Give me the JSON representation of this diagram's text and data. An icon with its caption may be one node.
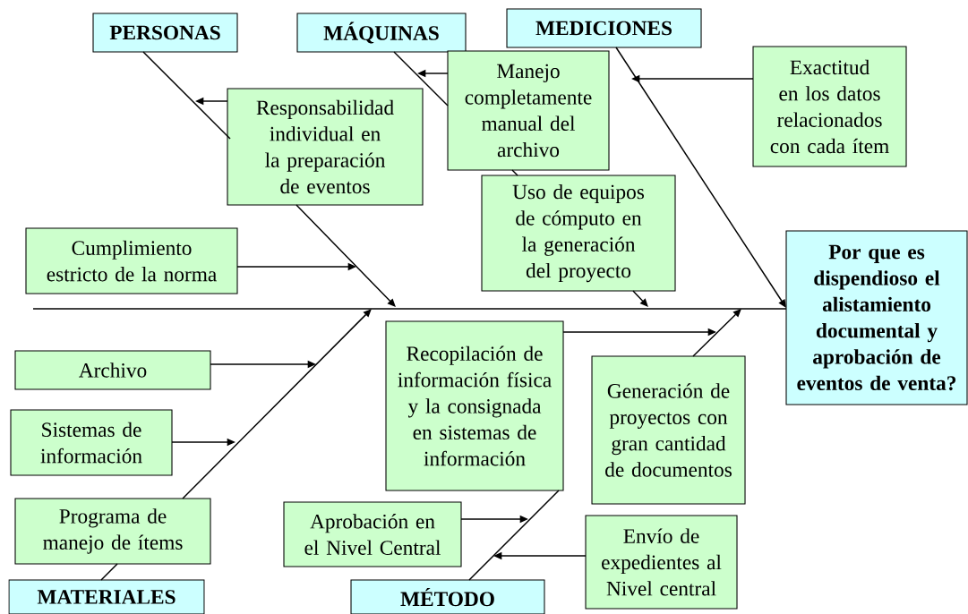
{
  "diagram": {
    "nodes": [
      {
        "text": [
          "PERSONAS"
        ]
      },
      {
        "text": [
          "MÁQUINAS"
        ]
      },
      {
        "text": [
          "MEDICIONES"
        ]
      },
      {
        "text": [
          "Manejo completamente manual del archivo"
        ]
      },
      {
        "text": [
          "Exactitud en los datos relacionados con cada ítem"
        ]
      },
      {
        "text": [
          "Responsabilidad individual en la preparación de eventos"
        ]
      },
      {
        "text": [
          "Uso de equipos de cómputo en la generación  del proyecto"
        ]
      },
      {
        "text": [
          "Cumplimiento estricto de la norma"
        ]
      },
      {
        "text": [
          "Por que es dispendioso el alistamiento documental y aprobación de eventos de venta?"
        ]
      },
      {
        "text": [
          "Recopilación de información física y la consignada en sistemas de información"
        ]
      },
      {
        "text": [
          "Archivo"
        ]
      },
      {
        "text": [
          "Generación de proyectos con gran cantidad de documentos"
        ]
      },
      {
        "text": [
          "Sistemas de información"
        ]
      },
      {
        "text": [
          "Programa de manejo de ítems"
        ]
      },
      {
        "text": [
          "Aprobación en el Nivel Central"
        ]
      },
      {
        "text": [
          "Envío de expedientes al Nivel central"
        ]
      },
      {
        "text": [
          "MATERIALES"
        ]
      },
      {
        "text": [
          "MÉTODO"
        ]
      }
    ],
    "edges": [
      {
        "from": 0,
        "to": null,
        "arrow": "to"
      },
      {
        "from": 1,
        "to": 3,
        "arrow": "none"
      },
      {
        "from": 2,
        "to": 8,
        "arrow": "to"
      },
      {
        "from": 16,
        "to": null,
        "arrow": "to"
      },
      {
        "from": 17,
        "to": null,
        "arrow": "to"
      },
      {
        "from": null,
        "to": 8,
        "arrow": "none"
      },
      {
        "from": 5,
        "to": null,
        "arrow": "to"
      },
      {
        "from": 3,
        "to": null,
        "arrow": "to"
      },
      {
        "from": 4,
        "to": null,
        "arrow": "to"
      },
      {
        "from": 7,
        "to": null,
        "arrow": "to"
      },
      {
        "from": 9,
        "to": null,
        "arrow": "to"
      },
      {
        "from": 10,
        "to": null,
        "arrow": "to"
      },
      {
        "from": 12,
        "to": null,
        "arrow": "to"
      },
      {
        "from": 14,
        "to": null,
        "arrow": "to"
      },
      {
        "from": 15,
        "to": null,
        "arrow": "to"
      },
      {
        "from": 6,
        "to": null,
        "arrow": "to"
      },
      {
        "from": 3,
        "to": 6,
        "arrow": "none"
      }
    ]
  }
}
